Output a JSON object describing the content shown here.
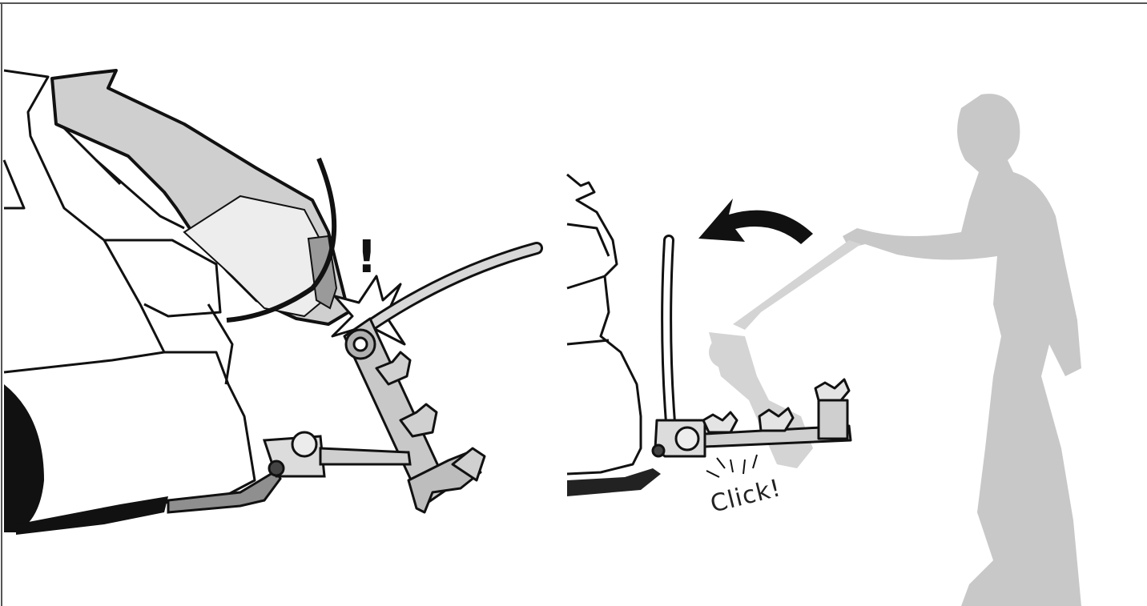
{
  "annotations": {
    "exclaim": "!",
    "click": "Click!"
  },
  "colors": {
    "outline": "#111111",
    "fill_light": "#d0d0d0",
    "fill_mid": "#a9a9a9",
    "silhouette": "#c8c8c8",
    "background": "#ffffff"
  },
  "panels": [
    {
      "id": "left",
      "icon": "tilted-rack-hits-trunk-lid"
    },
    {
      "id": "right",
      "icon": "person-folding-rack-up"
    }
  ]
}
